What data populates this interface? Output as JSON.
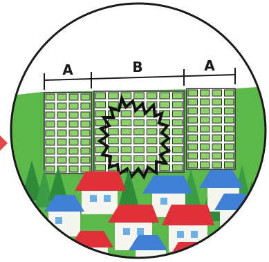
{
  "labels": {
    "left": "A",
    "center": "B",
    "right": "A"
  },
  "colors": {
    "background": "#ffffff",
    "sky": "#ffffff",
    "grass": "#5cb848",
    "grass_dark": "#3f9a35",
    "panel_fill": "#8ed36a",
    "panel_frame": "#2a2a2a",
    "damage_outline": "#111111",
    "roof_red": "#e0303a",
    "roof_blue": "#3f7fd6",
    "wall": "#f6f6f0",
    "tree": "#2e8b3a",
    "arrow": "#e8454a",
    "circle_border": "#1a1a1a"
  },
  "icons": {
    "pointer": "arrow-right-icon"
  }
}
